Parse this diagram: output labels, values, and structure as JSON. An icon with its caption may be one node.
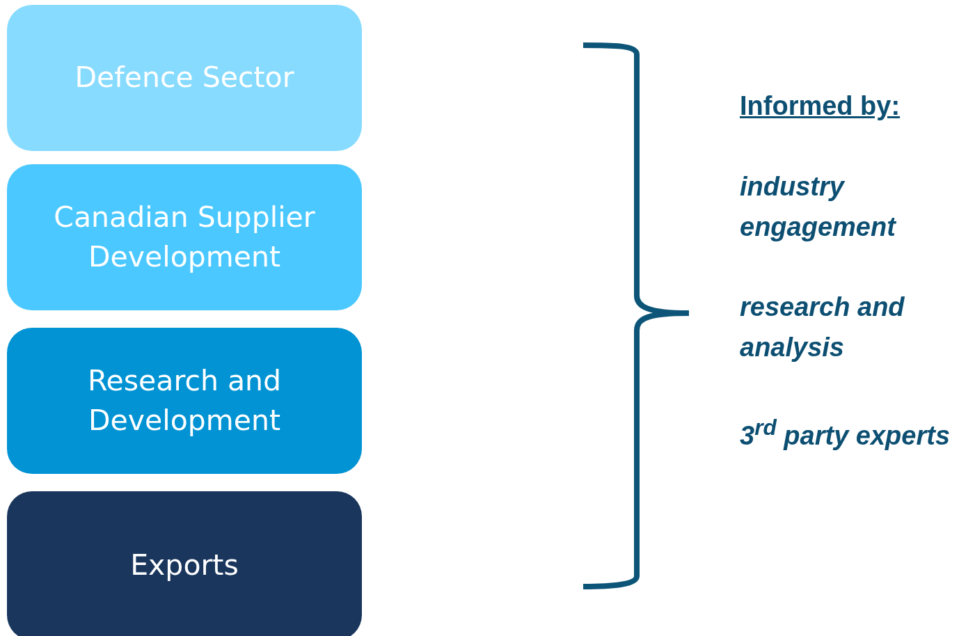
{
  "diagram": {
    "nodes": [
      {
        "text": [
          "Defence Sector"
        ]
      },
      {
        "text": [
          "Canadian Supplier Development"
        ]
      },
      {
        "text": [
          "Research and Development"
        ]
      },
      {
        "text": [
          "Exports"
        ]
      }
    ],
    "labels": [
      "Informed by:",
      "industry engagement",
      "research and analysis",
      "3$^{rd}$ party experts"
    ]
  }
}
